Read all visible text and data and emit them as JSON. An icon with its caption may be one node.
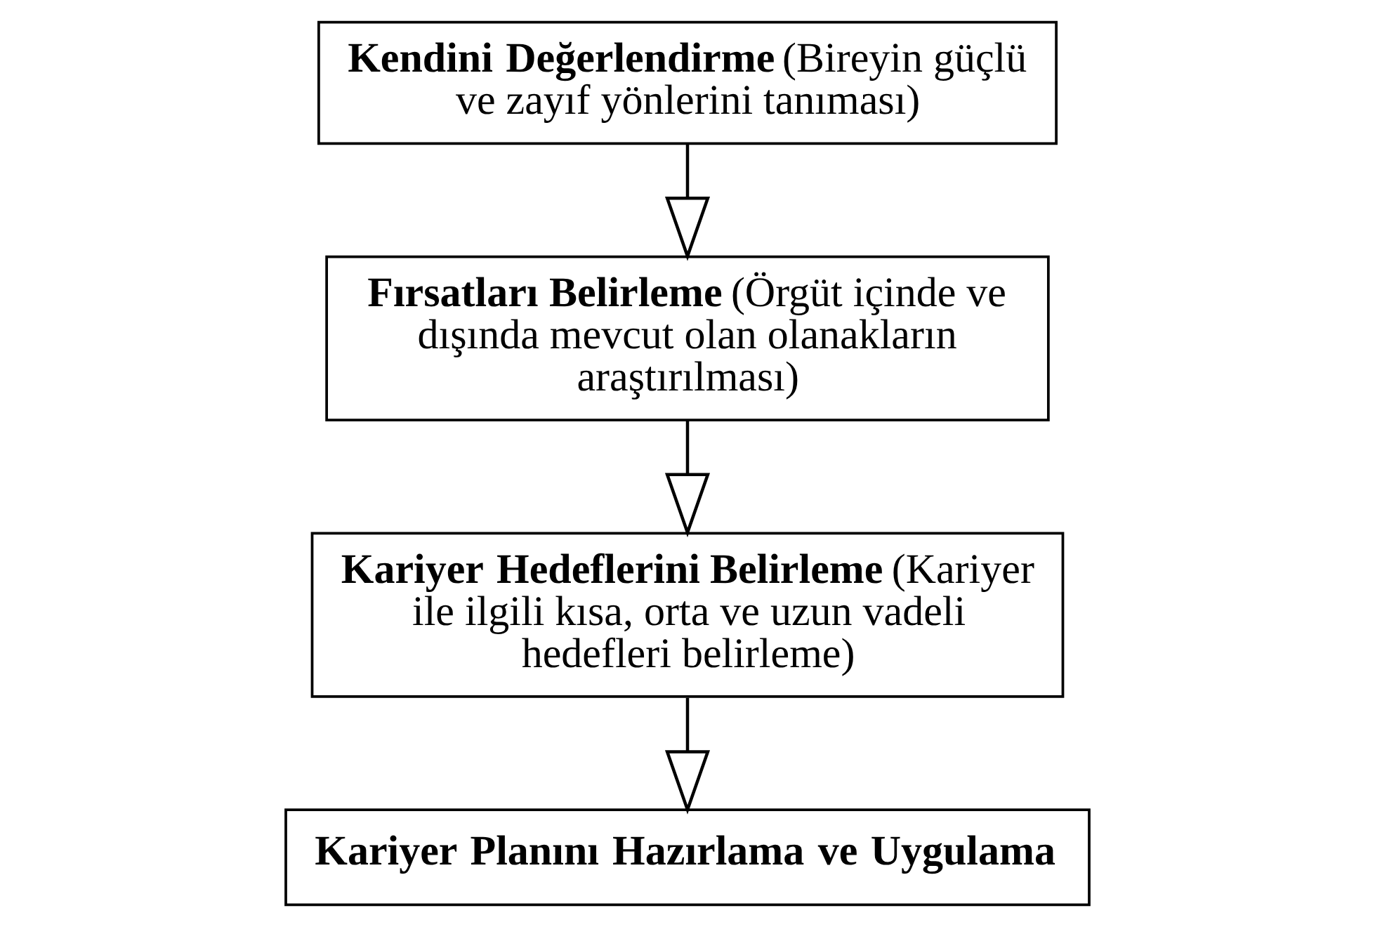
{
  "diagram": {
    "nodes": [
      {
        "text": [
          "**Kendini Değerlendirme** (Bireyin güçlü ve zayıf yönlerini tanıması)"
        ]
      },
      {
        "text": [
          "**Fırsatları Belirleme** (Örgüt içinde ve dışında mevcut olan olanakların araştırılması)"
        ]
      },
      {
        "text": [
          "**Kariyer Hedeflerini Belirleme** (Kariyer ile ilgili kısa, orta ve uzun vadeli hedefleri belirleme)"
        ]
      },
      {
        "text": [
          "**Kariyer Planını Hazırlama ve Uygulama**"
        ]
      }
    ],
    "edges": [
      {
        "from": 0,
        "to": 1,
        "arrow": "to"
      },
      {
        "from": 1,
        "to": 2,
        "arrow": "to"
      },
      {
        "from": 2,
        "to": 3,
        "arrow": "to"
      }
    ]
  }
}
